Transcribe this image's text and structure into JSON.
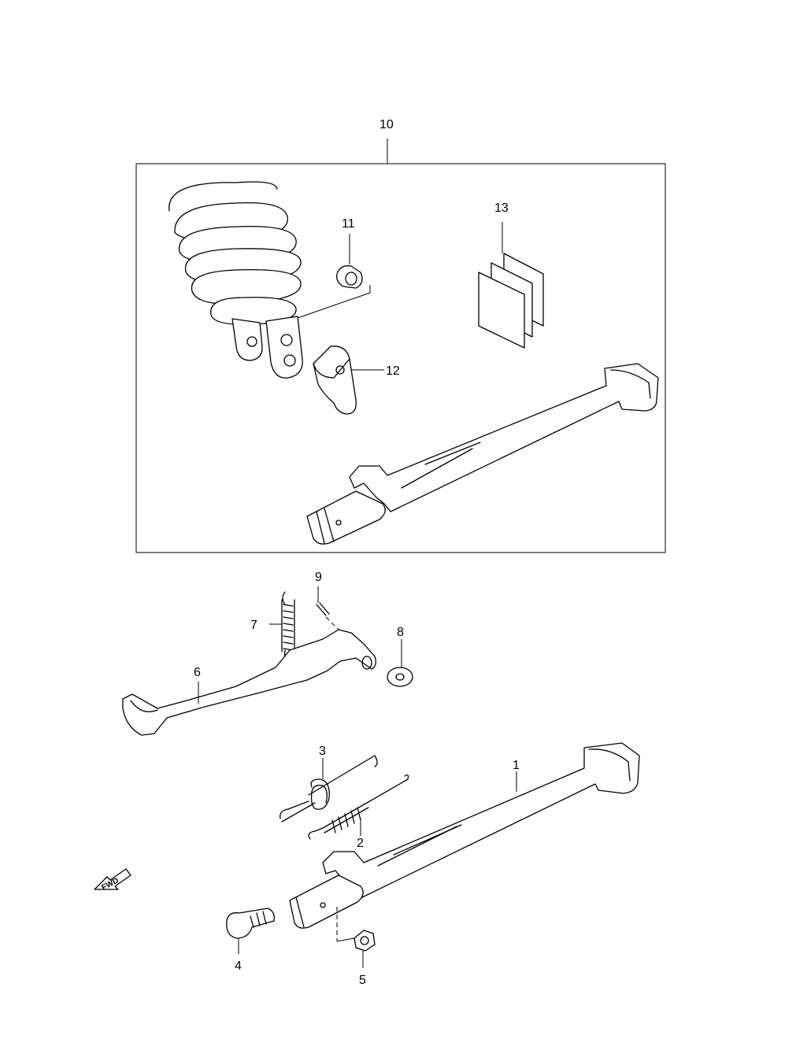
{
  "parts": [
    {
      "id": "part-1",
      "label": "1"
    },
    {
      "id": "part-2",
      "label": "2"
    },
    {
      "id": "part-3",
      "label": "3"
    },
    {
      "id": "part-4",
      "label": "4"
    },
    {
      "id": "part-5",
      "label": "5"
    },
    {
      "id": "part-6",
      "label": "6"
    },
    {
      "id": "part-7",
      "label": "7"
    },
    {
      "id": "part-8",
      "label": "8"
    },
    {
      "id": "part-9",
      "label": "9"
    },
    {
      "id": "part-10",
      "label": "10"
    },
    {
      "id": "part-11",
      "label": "11"
    },
    {
      "id": "part-12",
      "label": "12"
    },
    {
      "id": "part-13",
      "label": "13"
    }
  ],
  "fwd_arrow": {
    "text": "FWD",
    "icon": "fwd-arrow-icon"
  }
}
